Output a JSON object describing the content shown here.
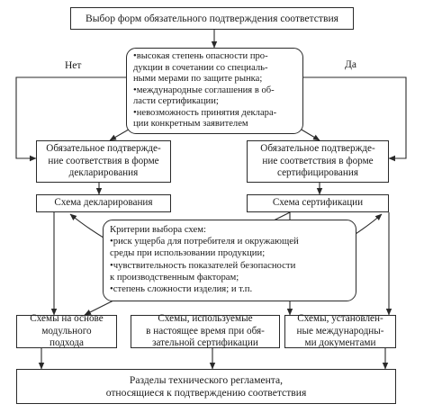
{
  "top_box": {
    "text": "Выбор форм обязательного подтверждения соответствия"
  },
  "criteria_top": {
    "lines": [
      "•высокая степень опасности про-",
      "дукции в сочетании со специаль-",
      "ными мерами по защите рынка;",
      "•международные соглашения в об-",
      "ласти сертификации;",
      "•невозможность принятия деклара-",
      "ции конкретным заявителем"
    ]
  },
  "branch_labels": {
    "no": "Нет",
    "yes": "Да"
  },
  "declaration_form": {
    "lines": [
      "Обязательное подтвержде-",
      "ние соответствия в форме",
      "декларирования"
    ]
  },
  "certification_form": {
    "lines": [
      "Обязательное подтвержде-",
      "ние соответствия в форме",
      "сертифицирования"
    ]
  },
  "declaration_scheme": {
    "text": "Схема декларирования"
  },
  "certification_scheme": {
    "text": "Схема сертификации"
  },
  "criteria_schemes": {
    "lines": [
      "Критерии выбора схем:",
      "•риск ущерба для потребителя и окружающей",
      "среды при использовании продукции;",
      "•чувствительность показателей безопасности",
      "к производственным факторам;",
      "•степень сложности изделия; и т.п."
    ]
  },
  "modular_schemes": {
    "lines": [
      "Схемы на основе",
      "модульного",
      "подхода"
    ]
  },
  "current_schemes": {
    "lines": [
      "Схемы, используемые",
      "в настоящее время при обя-",
      "зательной сертификации"
    ]
  },
  "international_schemes": {
    "lines": [
      "Схемы, установлен-",
      "ные международны-",
      "ми документами"
    ]
  },
  "bottom_box": {
    "lines": [
      "Разделы технического регламента,",
      "относящиеся к подтверждению соответствия"
    ]
  },
  "colors": {
    "line": "#2a2a2a",
    "background": "#ffffff",
    "text": "#1a1a1a"
  }
}
